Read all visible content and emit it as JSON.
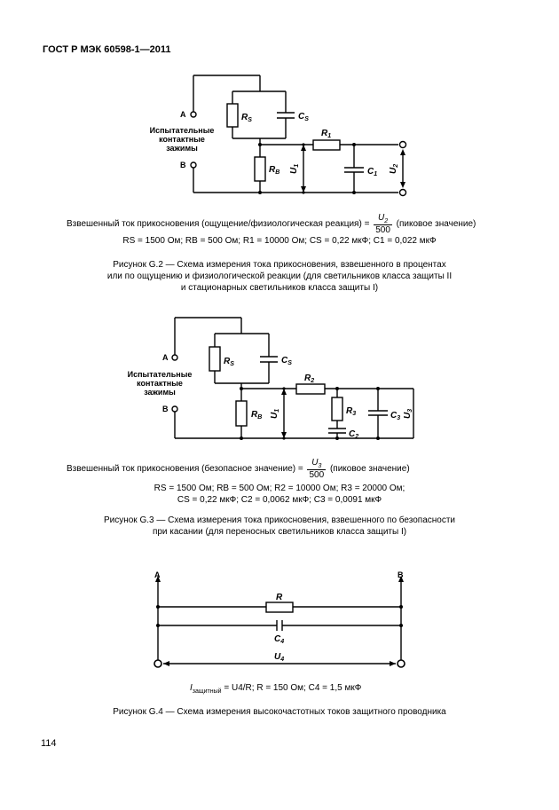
{
  "header": "ГОСТ Р МЭК 60598-1—2011",
  "page_number": "114",
  "fig_g2": {
    "terminal_a": "A",
    "terminal_b": "B",
    "contacts_label": [
      "Испытательные",
      "контактные",
      "зажимы"
    ],
    "rs": "R",
    "rs_sub": "S",
    "cs": "C",
    "cs_sub": "S",
    "r1": "R",
    "r1_sub": "1",
    "rb": "R",
    "rb_sub": "B",
    "u1": "U",
    "u1_sub": "1",
    "c1": "C",
    "c1_sub": "1",
    "u2": "U",
    "u2_sub": "2",
    "formula_prefix": "Взвешенный ток прикосновения (ощущение/физиологическая реакция) =",
    "frac_num": "U",
    "frac_num_sub": "2",
    "frac_den": "500",
    "formula_suffix": "(пиковое значение)",
    "params": "RS = 1500 Ом;  RB = 500 Ом;  R1 = 10000 Ом;  CS = 0,22 мкФ;  C1 = 0,022 мкФ",
    "caption": [
      "Рисунок G.2 — Схема измерения  тока  прикосновения,  взвешенного в процентах",
      "или по ощущению и физиологической реакции (для светильников класса защиты II",
      "и стационарных светильников класса защиты I)"
    ]
  },
  "fig_g3": {
    "terminal_a": "A",
    "terminal_b": "B",
    "contacts_label": [
      "Испытательные",
      "контактные",
      "зажимы"
    ],
    "rs": "R",
    "rs_sub": "S",
    "cs": "C",
    "cs_sub": "S",
    "r2": "R",
    "r2_sub": "2",
    "rb": "R",
    "rb_sub": "B",
    "u1": "U",
    "u1_sub": "1",
    "r3": "R",
    "r3_sub": "3",
    "c2": "C",
    "c2_sub": "2",
    "c3": "C",
    "c3_sub": "3",
    "u3": "U",
    "u3_sub": "3",
    "formula_prefix": "Взвешенный ток прикосновения (безопасное значение) =",
    "frac_num": "U",
    "frac_num_sub": "3",
    "frac_den": "500",
    "formula_suffix": "(пиковое значение)",
    "params_1": "RS = 1500 Ом;  RB = 500 Ом;  R2 = 10000 Ом;  R3 = 20000 Ом;",
    "params_2": "CS = 0,22 мкФ;  C2 = 0,0062 мкФ;  C3 = 0,0091 мкФ",
    "caption": [
      "Рисунок G.3 — Схема измерения тока прикосновения, взвешенного по безопасности",
      "при касании (для переносных светильников класса защиты I)"
    ]
  },
  "fig_g4": {
    "terminal_a": "A",
    "terminal_b": "B",
    "r": "R",
    "c4": "C",
    "c4_sub": "4",
    "u4": "U",
    "u4_sub": "4",
    "formula_i": "I",
    "formula_i_sub": "защитный",
    "formula_rest": "= U4/R;  R = 150 Ом;  C4 = 1,5 мкФ",
    "caption": "Рисунок G.4 — Схема измерения высокочастотных токов защитного проводника"
  }
}
